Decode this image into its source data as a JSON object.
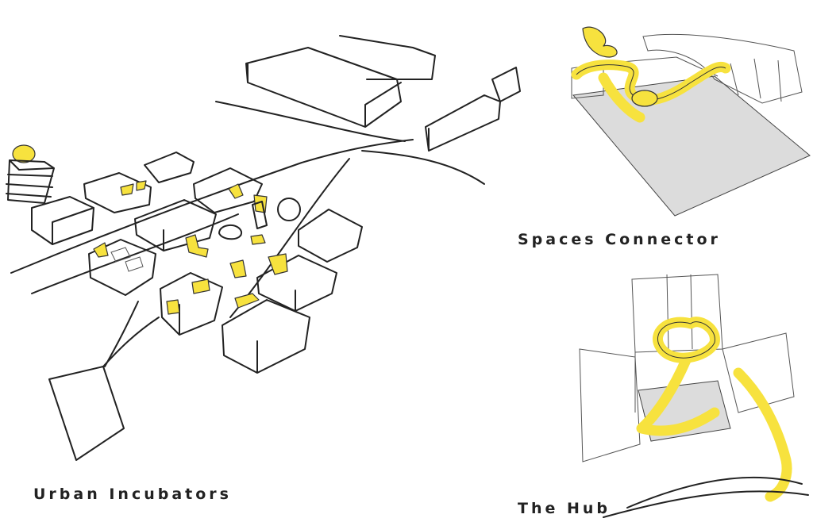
{
  "captions": {
    "urban": "Urban Incubators",
    "spaces": "Spaces Connector",
    "hub": "The Hub"
  },
  "colors": {
    "highlight": "#f7e23e",
    "ink": "#222222",
    "ground": "#dcdcdc",
    "background": "#ffffff"
  }
}
